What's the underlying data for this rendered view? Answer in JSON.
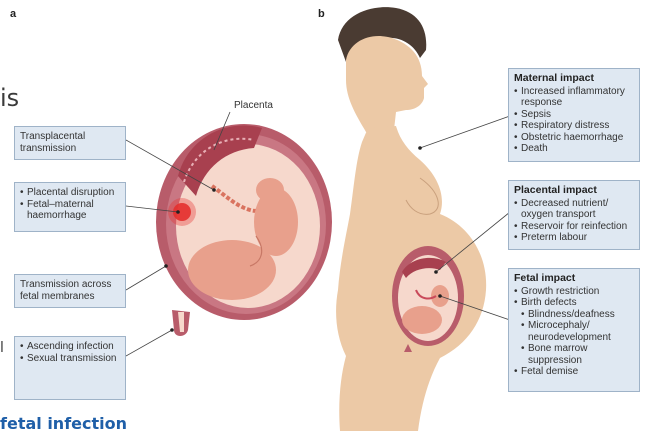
{
  "panels": {
    "a": "a",
    "b": "b"
  },
  "fragments": {
    "top_left": "is",
    "bottom_left": "fetal infection",
    "edge_mark": "l"
  },
  "placenta_label": "Placenta",
  "left_boxes": {
    "transplacental": [
      "Transplacental",
      "transmission"
    ],
    "disruption_items": [
      "Placental disruption",
      "Fetal–maternal haemorrhage"
    ],
    "membranes": [
      "Transmission across",
      "fetal membranes"
    ],
    "ascending_items": [
      "Ascending infection",
      "Sexual transmission"
    ]
  },
  "maternal": {
    "title": "Maternal impact",
    "items": [
      "Increased inflammatory response",
      "Sepsis",
      "Respiratory distress",
      "Obstetric haemorrhage",
      "Death"
    ]
  },
  "placental": {
    "title": "Placental impact",
    "items": [
      "Decreased nutrient/ oxygen transport",
      "Reservoir for reinfection",
      "Preterm labour"
    ]
  },
  "fetal": {
    "title": "Fetal impact",
    "items": [
      "Growth restriction",
      "Birth defects"
    ],
    "sub_items": [
      "Blindness/deafness",
      "Microcephaly/ neurodevelopment",
      "Bone marrow suppression"
    ],
    "last_item": "Fetal demise"
  },
  "colors": {
    "box_bg": "#dfe8f2",
    "skin": "#ecc9a6",
    "uterus": "#b85c6a",
    "amniotic": "#f6d8cc",
    "fetus": "#e8a08c",
    "accent_blue": "#1f5fa8"
  }
}
